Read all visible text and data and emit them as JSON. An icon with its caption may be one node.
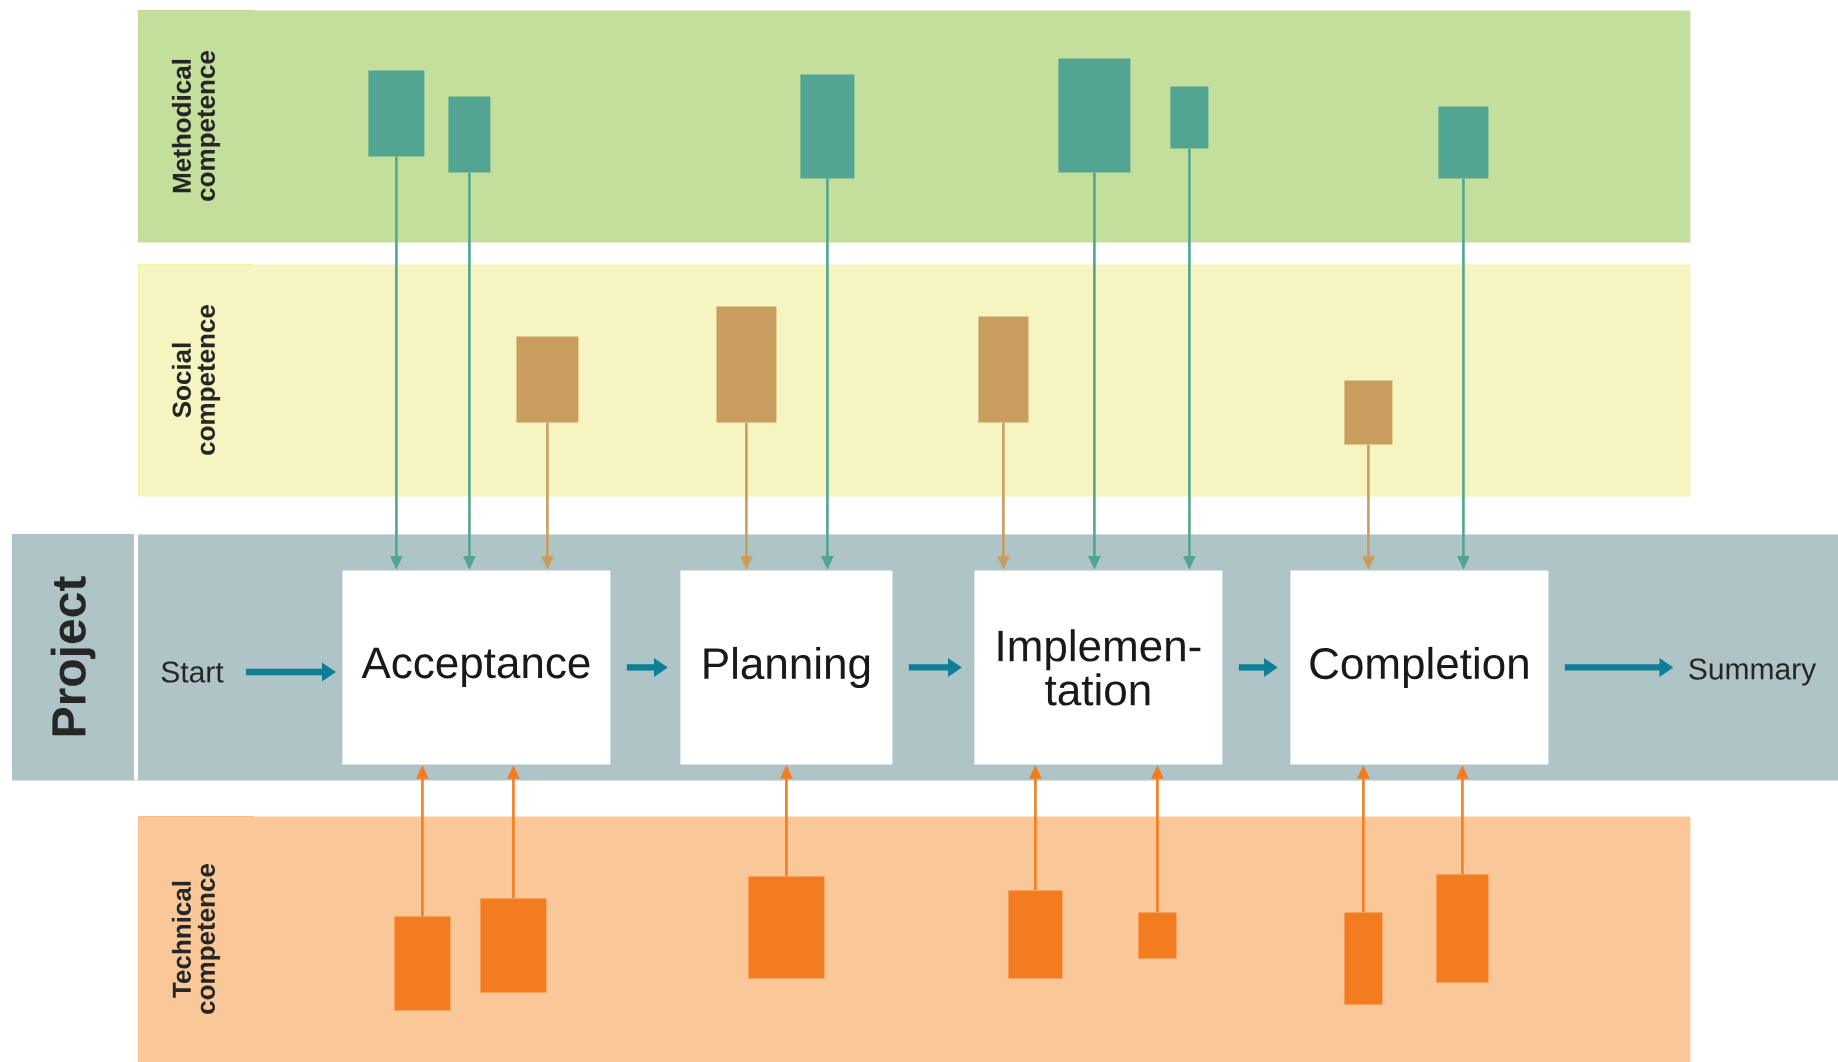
{
  "diagram": {
    "nodes": [
      {
        "text": [
          "Methodical competence"
        ]
      },
      {
        "text": [],
        "shape": "box",
        "in": 0
      },
      {
        "text": [],
        "shape": "box",
        "in": 0
      },
      {
        "text": [],
        "shape": "box",
        "in": 0
      },
      {
        "text": [],
        "shape": "box",
        "in": 0
      },
      {
        "text": [],
        "shape": "box",
        "in": 0
      },
      {
        "text": [],
        "shape": "box",
        "in": 0
      },
      {
        "text": [
          "Social competence"
        ]
      },
      {
        "text": [],
        "shape": "box",
        "in": 7
      },
      {
        "text": [],
        "shape": "box",
        "in": 7
      },
      {
        "text": [],
        "shape": "box",
        "in": 7
      },
      {
        "text": [],
        "shape": "box",
        "in": 7
      },
      {
        "text": [
          "Project"
        ]
      },
      {
        "text": [
          "Start"
        ],
        "in": 12
      },
      {
        "text": [
          "Acceptance"
        ],
        "in": 12
      },
      {
        "text": [
          "Planning"
        ],
        "in": 12
      },
      {
        "text": [
          "Implemen- tation"
        ],
        "in": 12
      },
      {
        "text": [
          "Completion"
        ],
        "in": 12
      },
      {
        "text": [
          "Summary"
        ],
        "in": 12
      },
      {
        "text": [
          "Technical competence"
        ]
      },
      {
        "text": [],
        "shape": "box",
        "in": 19
      },
      {
        "text": [],
        "shape": "box",
        "in": 19
      },
      {
        "text": [],
        "shape": "box",
        "in": 19
      },
      {
        "text": [],
        "shape": "box",
        "in": 19
      },
      {
        "text": [],
        "shape": "box",
        "in": 19
      },
      {
        "text": [],
        "shape": "box",
        "in": 19
      },
      {
        "text": [],
        "shape": "box",
        "in": 19
      }
    ],
    "edges": [
      {
        "from": 1,
        "to": 14,
        "arrow": "to",
        "color": "#52a592"
      },
      {
        "from": 2,
        "to": 14,
        "arrow": "to",
        "color": "#52a592"
      },
      {
        "from": 8,
        "to": 14,
        "arrow": "to",
        "color": "#c89d5e"
      },
      {
        "from": 9,
        "to": 15,
        "arrow": "to",
        "color": "#c89d5e"
      },
      {
        "from": 3,
        "to": 15,
        "arrow": "to",
        "color": "#52a592"
      },
      {
        "from": 10,
        "to": 16,
        "arrow": "to",
        "color": "#c89d5e"
      },
      {
        "from": 4,
        "to": 16,
        "arrow": "to",
        "color": "#52a592"
      },
      {
        "from": 5,
        "to": 16,
        "arrow": "to",
        "color": "#52a592"
      },
      {
        "from": 11,
        "to": 17,
        "arrow": "to",
        "color": "#c89d5e"
      },
      {
        "from": 6,
        "to": 17,
        "arrow": "to",
        "color": "#52a592"
      },
      {
        "from": 13,
        "to": 14,
        "arrow": "to",
        "style": "thick",
        "color": "#0e7f96"
      },
      {
        "from": 14,
        "to": 15,
        "arrow": "to",
        "style": "thick",
        "color": "#0e7f96"
      },
      {
        "from": 15,
        "to": 16,
        "arrow": "to",
        "style": "thick",
        "color": "#0e7f96"
      },
      {
        "from": 16,
        "to": 17,
        "arrow": "to",
        "style": "thick",
        "color": "#0e7f96"
      },
      {
        "from": 17,
        "to": 18,
        "arrow": "to",
        "style": "thick",
        "color": "#0e7f96"
      },
      {
        "from": 20,
        "to": 14,
        "arrow": "to"
      },
      {
        "from": 21,
        "to": 14,
        "arrow": "to"
      },
      {
        "from": 22,
        "to": 15,
        "arrow": "to"
      },
      {
        "from": 23,
        "to": 16,
        "arrow": "to"
      },
      {
        "from": 24,
        "to": 16,
        "arrow": "to"
      },
      {
        "from": 25,
        "to": 17,
        "arrow": "to"
      },
      {
        "from": 26,
        "to": 17,
        "arrow": "to"
      }
    ]
  }
}
